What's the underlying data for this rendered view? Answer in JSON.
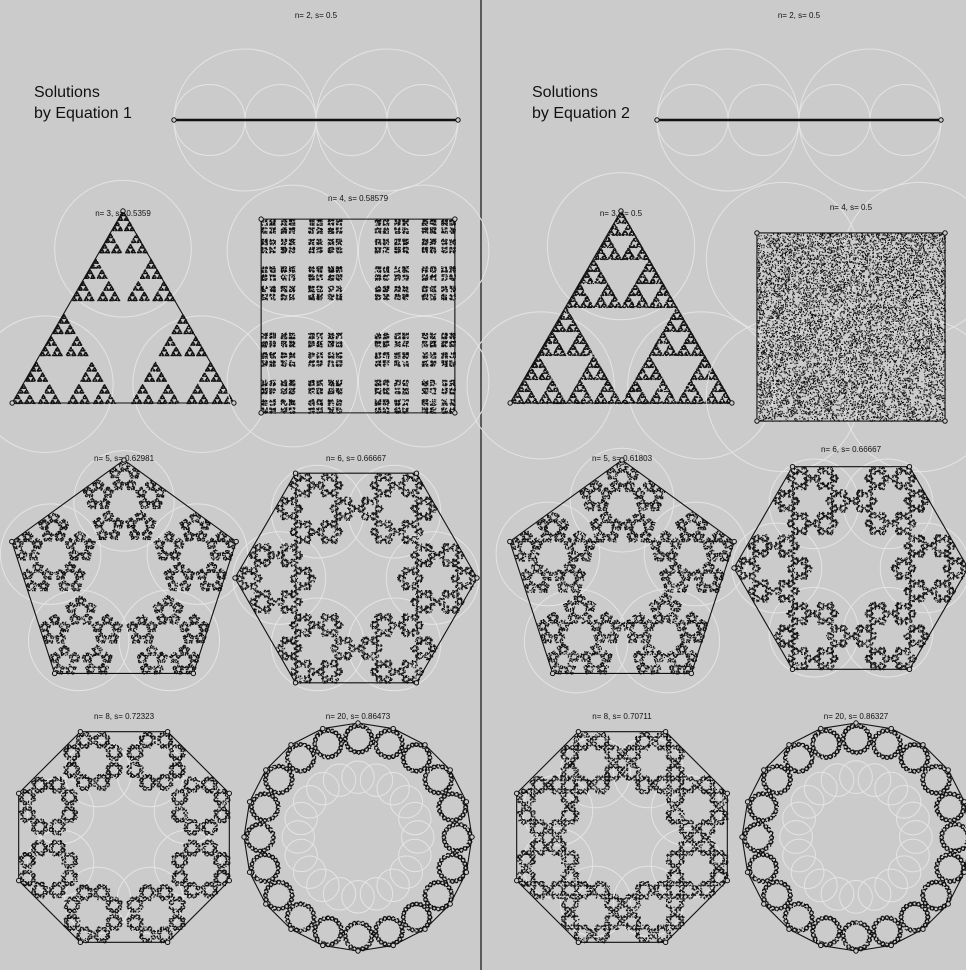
{
  "panels": [
    {
      "heading_line1": "Solutions",
      "heading_line2": "by Equation 1",
      "figures": [
        {
          "n": 2,
          "s": 0.5,
          "caption": "n= 2, s= 0.5"
        },
        {
          "n": 3,
          "s": 0.5359,
          "caption": "n= 3, s= 0.5359"
        },
        {
          "n": 4,
          "s": 0.58579,
          "caption": "n= 4, s= 0.58579"
        },
        {
          "n": 5,
          "s": 0.62981,
          "caption": "n= 5, s= 0.62981"
        },
        {
          "n": 6,
          "s": 0.66667,
          "caption": "n= 6, s= 0.66667"
        },
        {
          "n": 8,
          "s": 0.72323,
          "caption": "n= 8, s= 0.72323"
        },
        {
          "n": 20,
          "s": 0.86473,
          "caption": "n= 20, s= 0.86473"
        }
      ]
    },
    {
      "heading_line1": "Solutions",
      "heading_line2": "by Equation 2",
      "figures": [
        {
          "n": 2,
          "s": 0.5,
          "caption": "n= 2, s= 0.5"
        },
        {
          "n": 3,
          "s": 0.5,
          "caption": "n= 3, s= 0.5"
        },
        {
          "n": 4,
          "s": 0.5,
          "caption": "n= 4, s= 0.5"
        },
        {
          "n": 5,
          "s": 0.61803,
          "caption": "n= 5, s= 0.61803"
        },
        {
          "n": 6,
          "s": 0.66667,
          "caption": "n= 6, s= 0.66667"
        },
        {
          "n": 8,
          "s": 0.70711,
          "caption": "n= 8, s= 0.70711"
        },
        {
          "n": 20,
          "s": 0.86327,
          "caption": "n= 20, s= 0.86327"
        }
      ]
    }
  ],
  "colors": {
    "background": "#cbcbcb",
    "ink": "#111111",
    "guide_circle": "#e4e4e4"
  }
}
